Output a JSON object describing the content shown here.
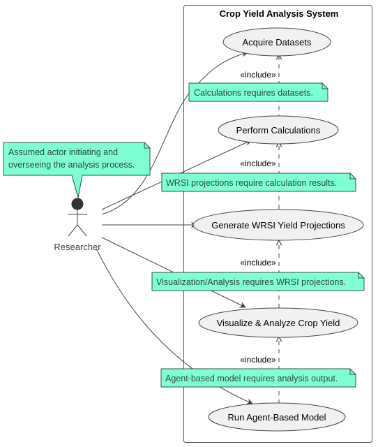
{
  "system": {
    "title": "Crop Yield Analysis System"
  },
  "actor": {
    "name": "Researcher"
  },
  "actor_note": {
    "line1": "Assumed actor initiating and",
    "line2": "overseeing the analysis process."
  },
  "use_cases": [
    {
      "label": "Acquire Datasets"
    },
    {
      "label": "Perform Calculations"
    },
    {
      "label": "Generate WRSI Yield Projections"
    },
    {
      "label": "Visualize & Analyze Crop Yield"
    },
    {
      "label": "Run Agent-Based Model"
    }
  ],
  "includes": [
    {
      "label": "«include»"
    },
    {
      "label": "«include»"
    },
    {
      "label": "«include»"
    },
    {
      "label": "«include»"
    }
  ],
  "notes": [
    {
      "text": "Calculations requires datasets."
    },
    {
      "text": "WRSI projections require calculation results."
    },
    {
      "text": "Visualization/Analysis requires WRSI projections."
    },
    {
      "text": "Agent-based model requires analysis output."
    }
  ],
  "colors": {
    "note_fill": "#7fffd4",
    "note_border": "#2f4f4f",
    "usecase_fill": "#f1f1f1",
    "line": "#454545"
  }
}
